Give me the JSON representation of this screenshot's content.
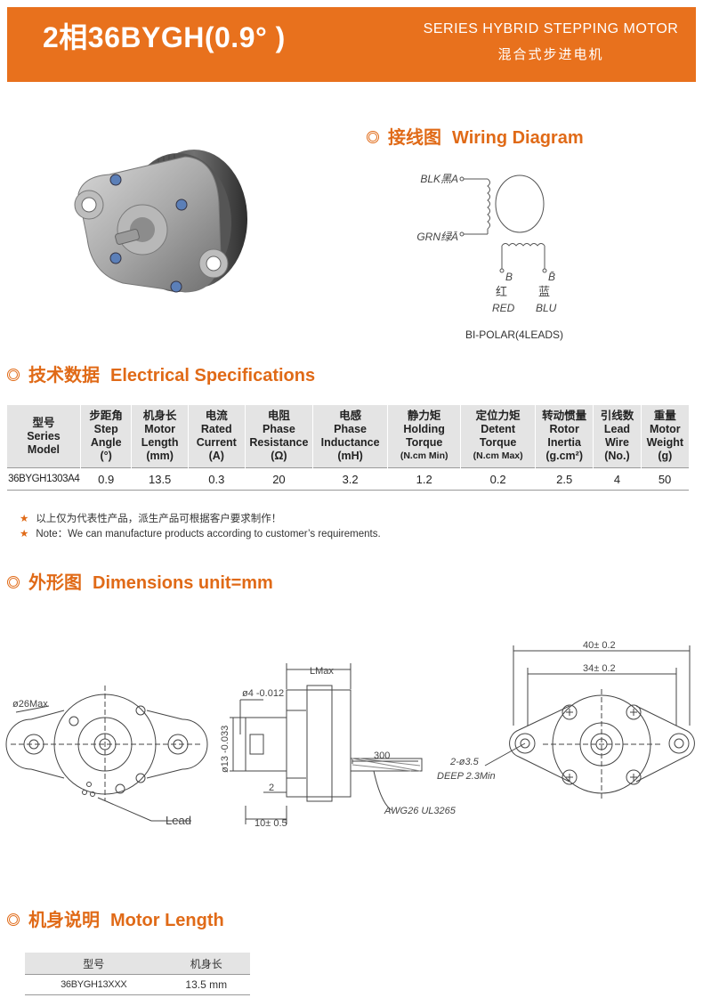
{
  "banner": {
    "title": "2相36BYGH(0.9° )",
    "series_en": "SERIES HYBRID STEPPING MOTOR",
    "series_cn": "混合式步进电机"
  },
  "wiring": {
    "heading_cn": "接线图",
    "heading_en": "Wiring Diagram",
    "lead_blk": "BLK黑A",
    "lead_grn": "GRN绿Ā",
    "lead_red_letter": "B",
    "lead_red_cn": "红",
    "lead_red_en": "RED",
    "lead_blu_letter": "B̄",
    "lead_blu_cn": "蓝",
    "lead_blu_en": "BLU",
    "caption": "BI-POLAR(4LEADS)"
  },
  "electrical": {
    "heading_cn": "技术数据",
    "heading_en": "Electrical Specifications",
    "columns": [
      {
        "cn": "型号",
        "en1": "Series",
        "en2": "Model",
        "unit": ""
      },
      {
        "cn": "步距角",
        "en1": "Step",
        "en2": "Angle",
        "unit": "(°)"
      },
      {
        "cn": "机身长",
        "en1": "Motor",
        "en2": "Length",
        "unit": "(mm)"
      },
      {
        "cn": "电流",
        "en1": "Rated",
        "en2": "Current",
        "unit": "(A)"
      },
      {
        "cn": "电阻",
        "en1": "Phase",
        "en2": "Resistance",
        "unit": "(Ω)"
      },
      {
        "cn": "电感",
        "en1": "Phase",
        "en2": "Inductance",
        "unit": "(mH)"
      },
      {
        "cn": "静力矩",
        "en1": "Holding",
        "en2": "Torque",
        "unit": "(N.cm Min)"
      },
      {
        "cn": "定位力矩",
        "en1": "Detent",
        "en2": "Torque",
        "unit": "(N.cm Max)"
      },
      {
        "cn": "转动惯量",
        "en1": "Rotor",
        "en2": "Inertia",
        "unit": "(g.cm²)"
      },
      {
        "cn": "引线数",
        "en1": "Lead",
        "en2": "Wire",
        "unit": "(No.)"
      },
      {
        "cn": "重量",
        "en1": "Motor",
        "en2": "Weight",
        "unit": "(g)"
      }
    ],
    "rows": [
      [
        "36BYGH1303A4",
        "0.9",
        "13.5",
        "0.3",
        "20",
        "3.2",
        "1.2",
        "0.2",
        "2.5",
        "4",
        "50"
      ]
    ],
    "note_cn": "以上仅为代表性产品，派生产品可根据客户要求制作！",
    "note_en": "Note：We can manufacture products according to customer’s requirements."
  },
  "dimensions": {
    "heading_cn": "外形图",
    "heading_en": "Dimensions  unit=mm",
    "label_diam26": "ø26Max",
    "label_lead": "Lead",
    "label_lmax": "LMax",
    "label_shaft": "ø4 -0.012",
    "label_pilot": "ø13 -0.033",
    "label_2": "2",
    "label_10": "10± 0.5",
    "label_300": "300",
    "label_awg": "AWG26  UL3265",
    "label_40": "40± 0.2",
    "label_34": "34± 0.2",
    "label_holes": "2-ø3.5",
    "label_deep": "DEEP 2.3Min"
  },
  "motor_length": {
    "heading_cn": "机身说明",
    "heading_en": "Motor Length",
    "headers": [
      "型号",
      "机身长"
    ],
    "rows": [
      [
        "36BYGH13XXX",
        "13.5 mm"
      ]
    ]
  },
  "colors": {
    "accent": "#e8711d",
    "heading": "#e06a17",
    "table_header": "#e4e4e4"
  }
}
